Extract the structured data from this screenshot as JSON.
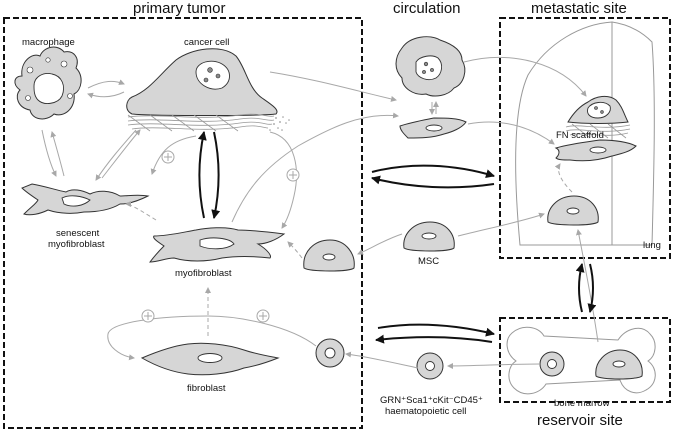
{
  "titles": {
    "primary_tumor": "primary tumor",
    "circulation": "circulation",
    "metastatic_site": "metastatic site",
    "reservoir_site": "reservoir site"
  },
  "labels": {
    "macrophage": "macrophage",
    "cancer_cell": "cancer cell",
    "senescent_line1": "senescent",
    "senescent_line2": "myofibroblast",
    "myofibroblast": "myofibroblast",
    "fibroblast": "fibroblast",
    "msc": "MSC",
    "fn_scaffold": "FN scaffold",
    "lung": "lung",
    "bone_marrow": "bone marrow",
    "hpc_marker": "GRN⁺Sca1⁺cKit⁻CD45⁺",
    "hpc_name": "haematopoietic cell"
  },
  "colors": {
    "cell_fill": "#d6d6d6",
    "outline": "#333333",
    "grey_arrow": "#a8a8a8",
    "black_arrow": "#111111"
  },
  "icons": {
    "plus": "plus-circle-icon"
  }
}
